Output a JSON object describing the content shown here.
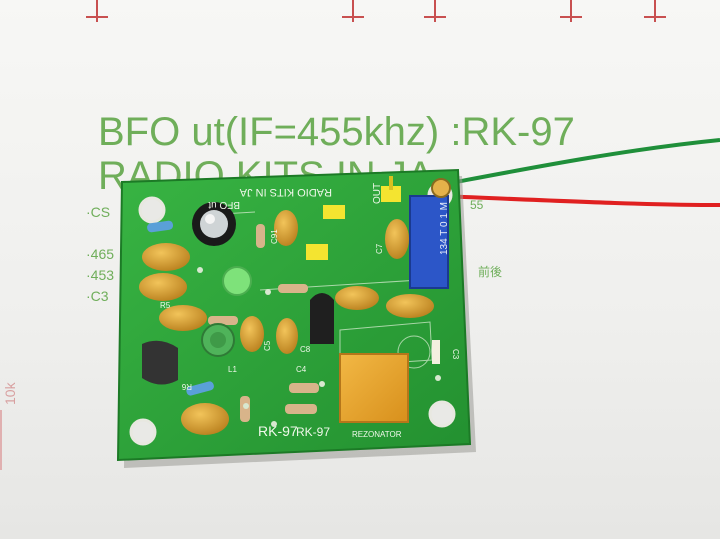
{
  "paper": {
    "title_line1": "BFO ut(IF=455khz) :RK-97",
    "title_line2": "RADIO KITS IN JA",
    "side_lines": [
      "·CS",
      "·465",
      "·453",
      "·C3"
    ],
    "jp_fragment": "前後",
    "fragment_55": "55",
    "grid_label": "10k"
  },
  "board": {
    "silk_top": "RADIO KITS IN JA",
    "silk_bfo": "BFO ut",
    "model": "RK-97",
    "resonator_label": "REZONATOR",
    "out_label": "OUT",
    "trimmer_marking": "134 T 0 1 M",
    "labels": [
      "C91",
      "C7",
      "L1",
      "C3",
      "C5",
      "C8",
      "R6",
      "R5",
      "C4"
    ],
    "colors": {
      "pcb": "#2fa83a",
      "capacitor": "#d9a534",
      "resonator": "#e8a72e",
      "trimmer": "#2c56c8",
      "wire_green": "#1f8f3a",
      "wire_red": "#e02020"
    }
  }
}
